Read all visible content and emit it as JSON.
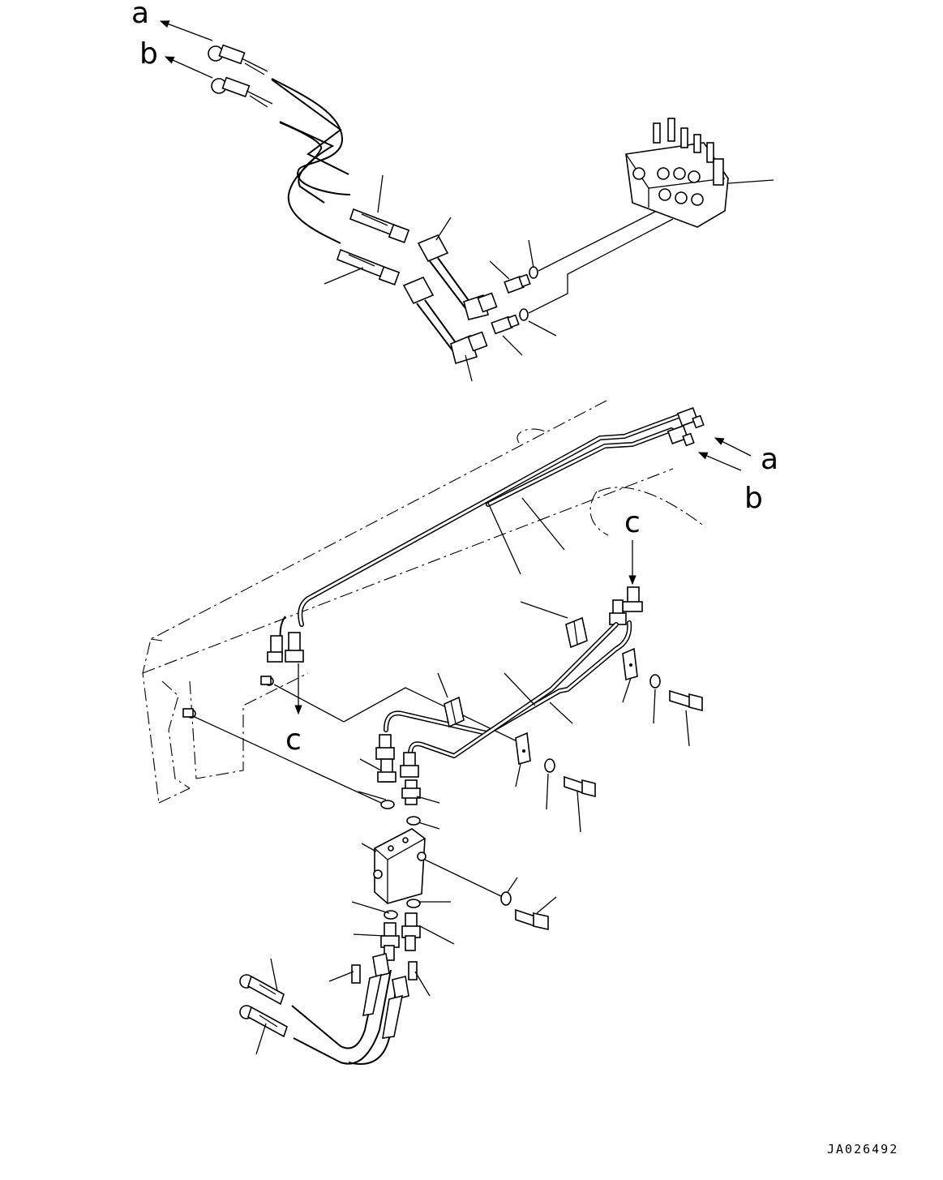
{
  "labels": {
    "a_top": "a",
    "b_top": "b",
    "a_right": "a",
    "b_right": "b",
    "c_right": "c",
    "c_left": "c"
  },
  "drawing_code": "JA026492"
}
